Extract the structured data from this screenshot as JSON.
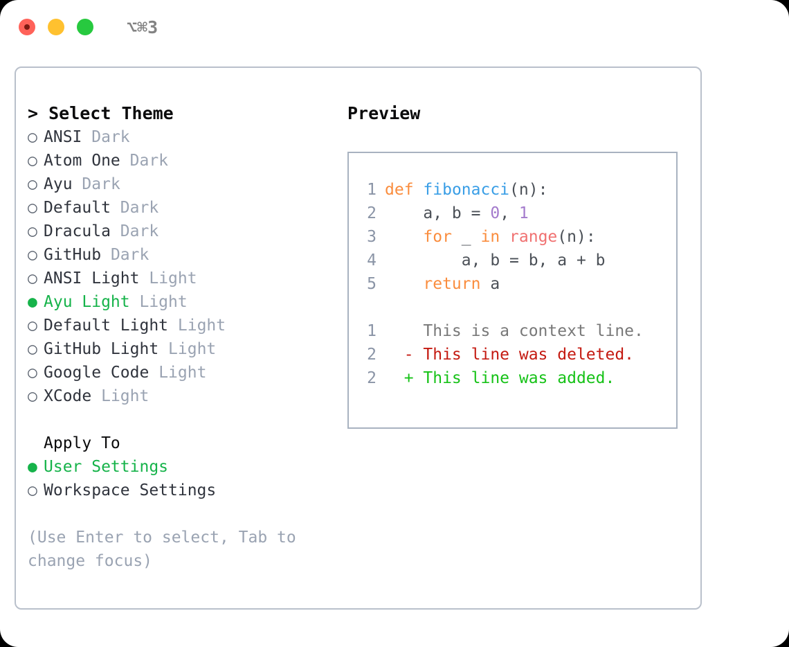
{
  "titlebar": {
    "shortcut": "⌥⌘3",
    "buttons": [
      "close",
      "minimize",
      "maximize"
    ]
  },
  "left": {
    "heading": "> Select Theme",
    "themes": [
      {
        "bullet": "○",
        "name": "ANSI",
        "tag": "Dark",
        "selected": false
      },
      {
        "bullet": "○",
        "name": "Atom One",
        "tag": "Dark",
        "selected": false
      },
      {
        "bullet": "○",
        "name": "Ayu",
        "tag": "Dark",
        "selected": false
      },
      {
        "bullet": "○",
        "name": "Default",
        "tag": "Dark",
        "selected": false
      },
      {
        "bullet": "○",
        "name": "Dracula",
        "tag": "Dark",
        "selected": false
      },
      {
        "bullet": "○",
        "name": "GitHub",
        "tag": "Dark",
        "selected": false
      },
      {
        "bullet": "○",
        "name": "ANSI Light",
        "tag": "Light",
        "selected": false
      },
      {
        "bullet": "●",
        "name": "Ayu Light",
        "tag": "Light",
        "selected": true
      },
      {
        "bullet": "○",
        "name": "Default Light",
        "tag": "Light",
        "selected": false
      },
      {
        "bullet": "○",
        "name": "GitHub Light",
        "tag": "Light",
        "selected": false
      },
      {
        "bullet": "○",
        "name": "Google Code",
        "tag": "Light",
        "selected": false
      },
      {
        "bullet": "○",
        "name": "XCode",
        "tag": "Light",
        "selected": false
      }
    ],
    "apply_to_label": "Apply To",
    "apply_to_options": [
      {
        "bullet": "●",
        "name": "User Settings",
        "selected": true
      },
      {
        "bullet": "○",
        "name": "Workspace Settings",
        "selected": false
      }
    ],
    "hint": "(Use Enter to select, Tab to change focus)"
  },
  "right": {
    "title": "Preview",
    "code_lines": [
      {
        "n": "1",
        "tokens": [
          {
            "t": "def",
            "c": "kw"
          },
          {
            "t": " ",
            "c": "pl"
          },
          {
            "t": "fibonacci",
            "c": "fn"
          },
          {
            "t": "(n):",
            "c": "pl"
          }
        ]
      },
      {
        "n": "2",
        "tokens": [
          {
            "t": "    a, b = ",
            "c": "pl"
          },
          {
            "t": "0",
            "c": "num"
          },
          {
            "t": ", ",
            "c": "pl"
          },
          {
            "t": "1",
            "c": "num"
          }
        ]
      },
      {
        "n": "3",
        "tokens": [
          {
            "t": "    ",
            "c": "pl"
          },
          {
            "t": "for",
            "c": "kw"
          },
          {
            "t": " _ ",
            "c": "pl"
          },
          {
            "t": "in",
            "c": "kw"
          },
          {
            "t": " ",
            "c": "pl"
          },
          {
            "t": "range",
            "c": "bi"
          },
          {
            "t": "(n):",
            "c": "pl"
          }
        ]
      },
      {
        "n": "4",
        "tokens": [
          {
            "t": "        a, b = b, a + b",
            "c": "pl"
          }
        ]
      },
      {
        "n": "5",
        "tokens": [
          {
            "t": "    ",
            "c": "pl"
          },
          {
            "t": "return",
            "c": "kw"
          },
          {
            "t": " a",
            "c": "pl"
          }
        ]
      }
    ],
    "diff_lines": [
      {
        "n": "1",
        "prefix": " ",
        "text": "This is a context line.",
        "kind": "ctx"
      },
      {
        "n": "2",
        "prefix": "-",
        "text": "This line was deleted.",
        "kind": "del"
      },
      {
        "n": "2",
        "prefix": "+",
        "text": "This line was added.",
        "kind": "add"
      }
    ]
  },
  "colors": {
    "accent_green": "#16b34a",
    "keyword": "#fa8d3e",
    "function": "#399ee6",
    "number": "#a37acc",
    "builtin": "#f07171",
    "plain": "#4b5057",
    "line_number": "#8a94a6",
    "muted": "#9aa3b2",
    "diff_added": "#16c217",
    "diff_deleted": "#c41a11",
    "panel_border": "#b9c0cb",
    "preview_border": "#a8b2c0"
  }
}
